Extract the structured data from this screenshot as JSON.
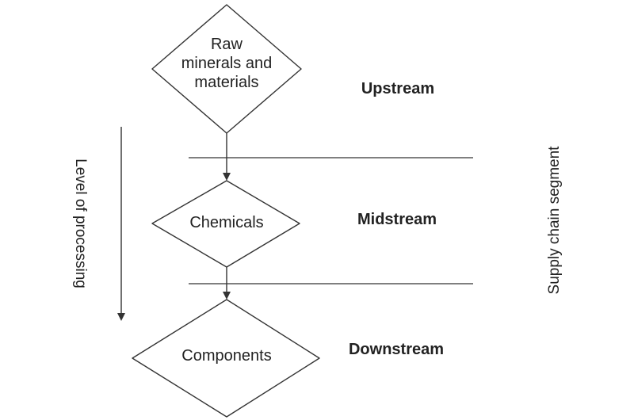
{
  "diagram": {
    "nodes": {
      "raw": {
        "line1": "Raw",
        "line2": "minerals and",
        "line3": "materials"
      },
      "chemicals": "Chemicals",
      "components": "Components"
    },
    "segments": {
      "upstream": "Upstream",
      "midstream": "Midstream",
      "downstream": "Downstream"
    },
    "axes": {
      "left": "Level of processing",
      "right": "Supply chain segment"
    }
  },
  "colors": {
    "stroke": "#333333",
    "text": "#222222",
    "background": "#ffffff"
  }
}
